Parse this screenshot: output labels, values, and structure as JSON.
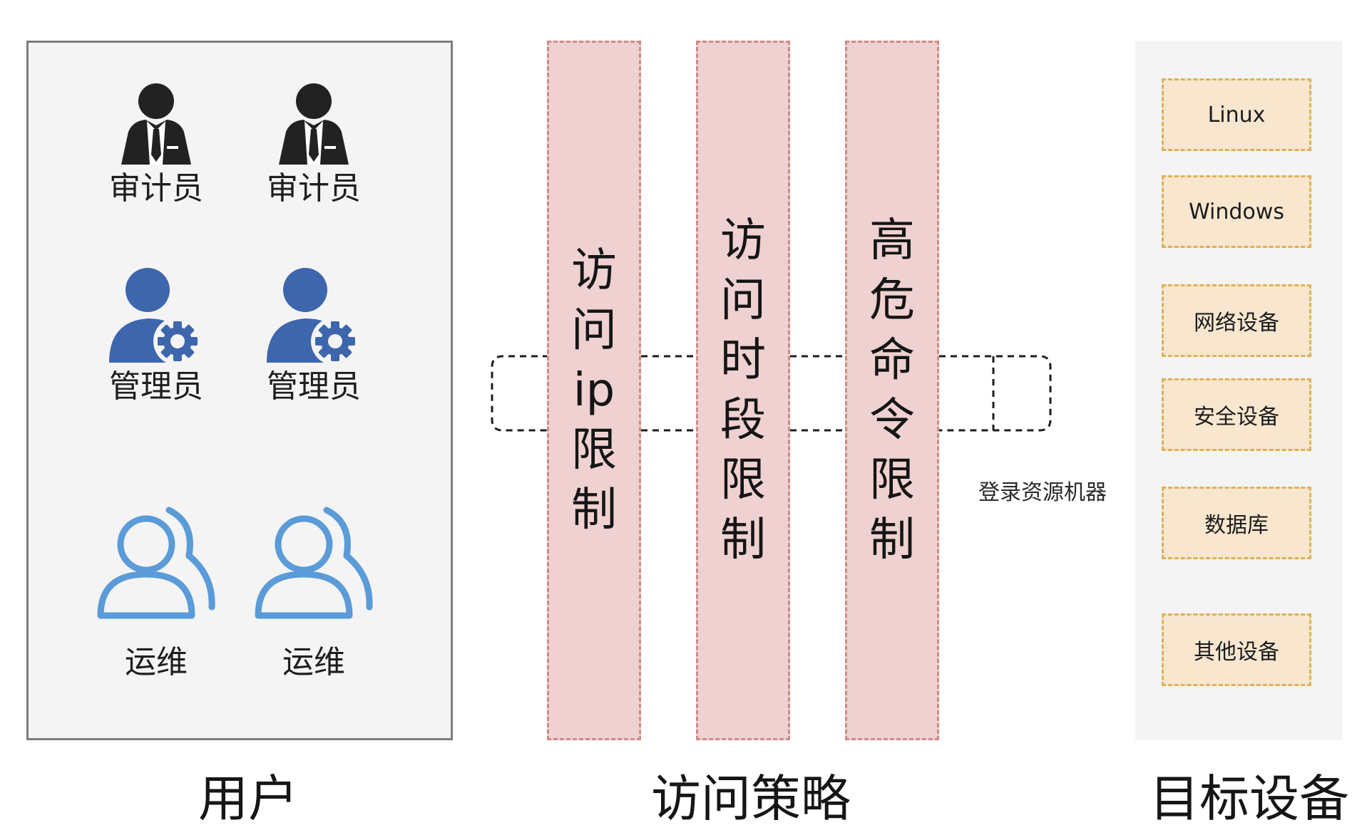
{
  "users": {
    "title": "用户",
    "members": [
      {
        "role": "auditor",
        "icon": "auditor-icon",
        "label": "审计员"
      },
      {
        "role": "auditor",
        "icon": "auditor-icon",
        "label": "审计员"
      },
      {
        "role": "admin",
        "icon": "admin-gear-icon",
        "label": "管理员"
      },
      {
        "role": "admin",
        "icon": "admin-gear-icon",
        "label": "管理员"
      },
      {
        "role": "ops",
        "icon": "ops-group-icon",
        "label": "运维"
      },
      {
        "role": "ops",
        "icon": "ops-group-icon",
        "label": "运维"
      }
    ]
  },
  "policies": {
    "title": "访问策略",
    "columns": [
      {
        "label": "访问ip限制"
      },
      {
        "label": "访问时段限制"
      },
      {
        "label": "高危命令限制"
      }
    ]
  },
  "flow": {
    "label": "登录资源机器"
  },
  "targets": {
    "title": "目标设备",
    "devices": [
      {
        "label": "Linux"
      },
      {
        "label": "Windows"
      },
      {
        "label": "网络设备"
      },
      {
        "label": "安全设备"
      },
      {
        "label": "数据库"
      },
      {
        "label": "其他设备"
      }
    ]
  },
  "colors": {
    "auditor_icon": "#222222",
    "admin_icon": "#3d66ad",
    "ops_icon": "#5a9bd8",
    "policy_fill": "#eed1d0",
    "policy_border": "#cf8a86",
    "device_fill": "#f8e6cf",
    "device_border": "#dcb256",
    "panel_fill": "#f4f4f4"
  }
}
